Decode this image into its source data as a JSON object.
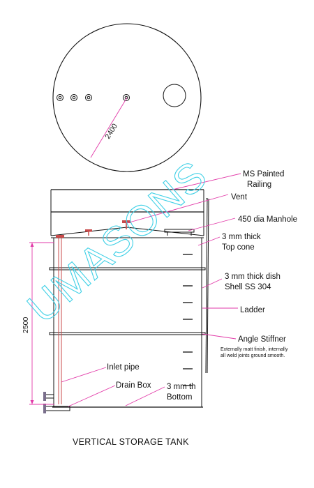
{
  "watermark": "UMASONS",
  "title": "VERTICAL STORAGE TANK",
  "top_view": {
    "diameter": "2400"
  },
  "elevation": {
    "height": "2500"
  },
  "labels": {
    "railing_1": "MS Painted",
    "railing_2": "Railing",
    "vent": "Vent",
    "manhole": "450 dia Manhole",
    "cone_1": "3 mm thick",
    "cone_2": "Top cone",
    "dish_1": "3 mm thick dish",
    "dish_2": "Shell SS 304",
    "ladder": "Ladder",
    "stiffner": "Angle Stiffner",
    "finish_1": "Externally matt finish, internally",
    "finish_2": "all weld joints ground smooth.",
    "inlet": "Inlet pipe",
    "drain": "Drain Box",
    "bottom_1": "3 mm th",
    "bottom_2": "Bottom"
  },
  "colors": {
    "line": "#111111",
    "leader": "#e23aa8",
    "watermark": "#3fd0e6",
    "pipe": "#c84a4a"
  }
}
